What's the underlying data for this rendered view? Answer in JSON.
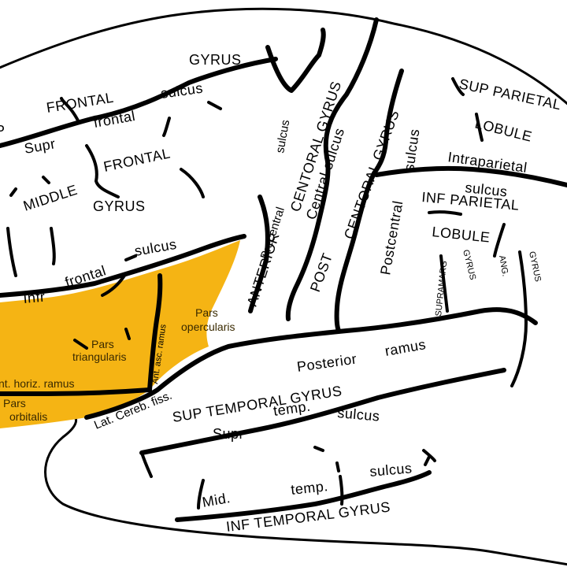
{
  "labels": {
    "gyrus_top": "GYRUS",
    "frontal_top": "FRONTAL",
    "p_fragment": "P",
    "sulcus_top": "sulcus",
    "supr": "Supr",
    "frontal_lower": "frontal",
    "middle": "MIDDLE",
    "frontal_mid": "FRONTAL",
    "gyrus_mid": "GYRUS",
    "infr": "Infr",
    "frontal_infr": "frontal",
    "sulcus_infr": "sulcus",
    "precentral": "Precentral",
    "sulcus_precentral": "sulcus",
    "anterior": "ANTERIOR",
    "centoral_gyrus_ant": "CENTORAL GYRUS",
    "central_sulcus": "Central sulcus",
    "post": "POST",
    "centoral_gyrus_post": "CENTORAL GYRUS",
    "sulcus_post": "sulcus",
    "postcentral": "Postcentral",
    "sup_parietal": "SUP PARIETAL",
    "lobule_sup": "LOBULE",
    "intraparietal": "Intraparietal",
    "sulcus_intra": "sulcus",
    "inf_parietal": "INF PARIETAL",
    "lobule_inf": "LOBULE",
    "supramarg": "SUPRAMARG",
    "gyrus_supramarg": "GYRUS",
    "ang": "ANG.",
    "gyrus_ang": "GYRUS",
    "pars_triangularis_1": "Pars",
    "pars_triangularis_2": "triangularis",
    "ant_asc_ramus": "Ant. asc. ramus",
    "pars_opercularis_1": "Pars",
    "pars_opercularis_2": "opercularis",
    "ant_horiz_ramus": "nt. horiz. ramus",
    "pars_orbitalis_1": "Pars",
    "pars_orbitalis_2": "orbitalis",
    "lat_cereb_fiss": "Lat. Cereb. fiss.",
    "posterior": "Posterior",
    "ramus": "ramus",
    "sup_temporal_gyrus": "SUP TEMPORAL GYRUS",
    "supr_temp": "Supr",
    "temp": "temp.",
    "sulcus_temp": "sulcus",
    "mid": "Mid.",
    "temp_mid": "temp.",
    "sulcus_mid": "sulcus",
    "inf_temporal_gyrus": "INF TEMPORAL GYRUS"
  },
  "colors": {
    "broca_area": "#f5b414",
    "ink": "#000000",
    "background": "#ffffff"
  }
}
